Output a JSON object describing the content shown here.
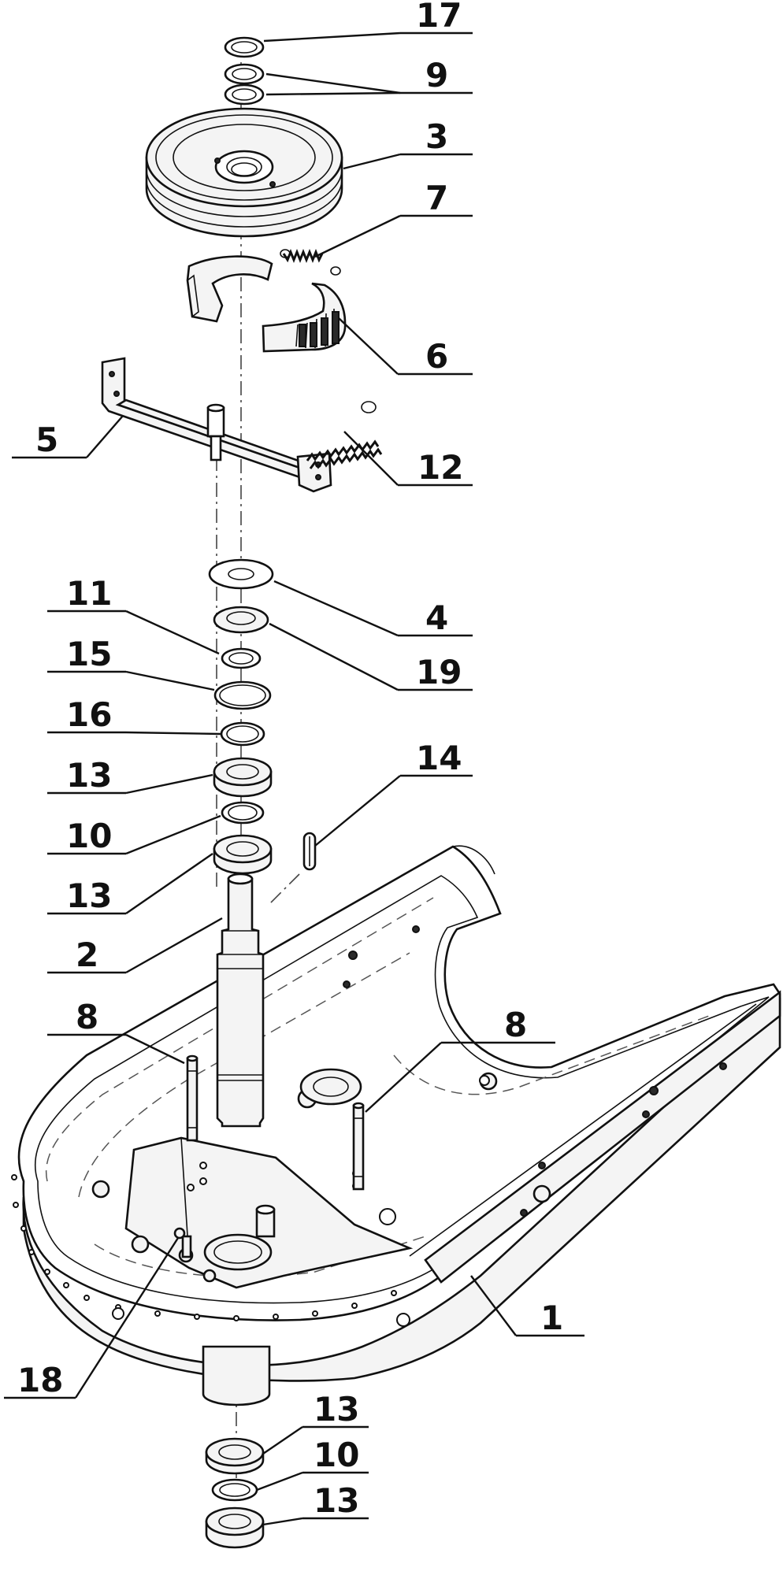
{
  "diagram": {
    "labels": [
      {
        "id": "callout-17",
        "text": "17"
      },
      {
        "id": "callout-9",
        "text": "9"
      },
      {
        "id": "callout-3",
        "text": "3"
      },
      {
        "id": "callout-7",
        "text": "7"
      },
      {
        "id": "callout-6",
        "text": "6"
      },
      {
        "id": "callout-5",
        "text": "5"
      },
      {
        "id": "callout-12",
        "text": "12"
      },
      {
        "id": "callout-4",
        "text": "4"
      },
      {
        "id": "callout-11",
        "text": "11"
      },
      {
        "id": "callout-19",
        "text": "19"
      },
      {
        "id": "callout-15",
        "text": "15"
      },
      {
        "id": "callout-16",
        "text": "16"
      },
      {
        "id": "callout-13a",
        "text": "13"
      },
      {
        "id": "callout-14",
        "text": "14"
      },
      {
        "id": "callout-10a",
        "text": "10"
      },
      {
        "id": "callout-13b",
        "text": "13"
      },
      {
        "id": "callout-2",
        "text": "2"
      },
      {
        "id": "callout-8a",
        "text": "8"
      },
      {
        "id": "callout-8b",
        "text": "8"
      },
      {
        "id": "callout-1",
        "text": "1"
      },
      {
        "id": "callout-18",
        "text": "18"
      },
      {
        "id": "callout-13c",
        "text": "13"
      },
      {
        "id": "callout-10b",
        "text": "10"
      },
      {
        "id": "callout-13d",
        "text": "13"
      }
    ]
  }
}
